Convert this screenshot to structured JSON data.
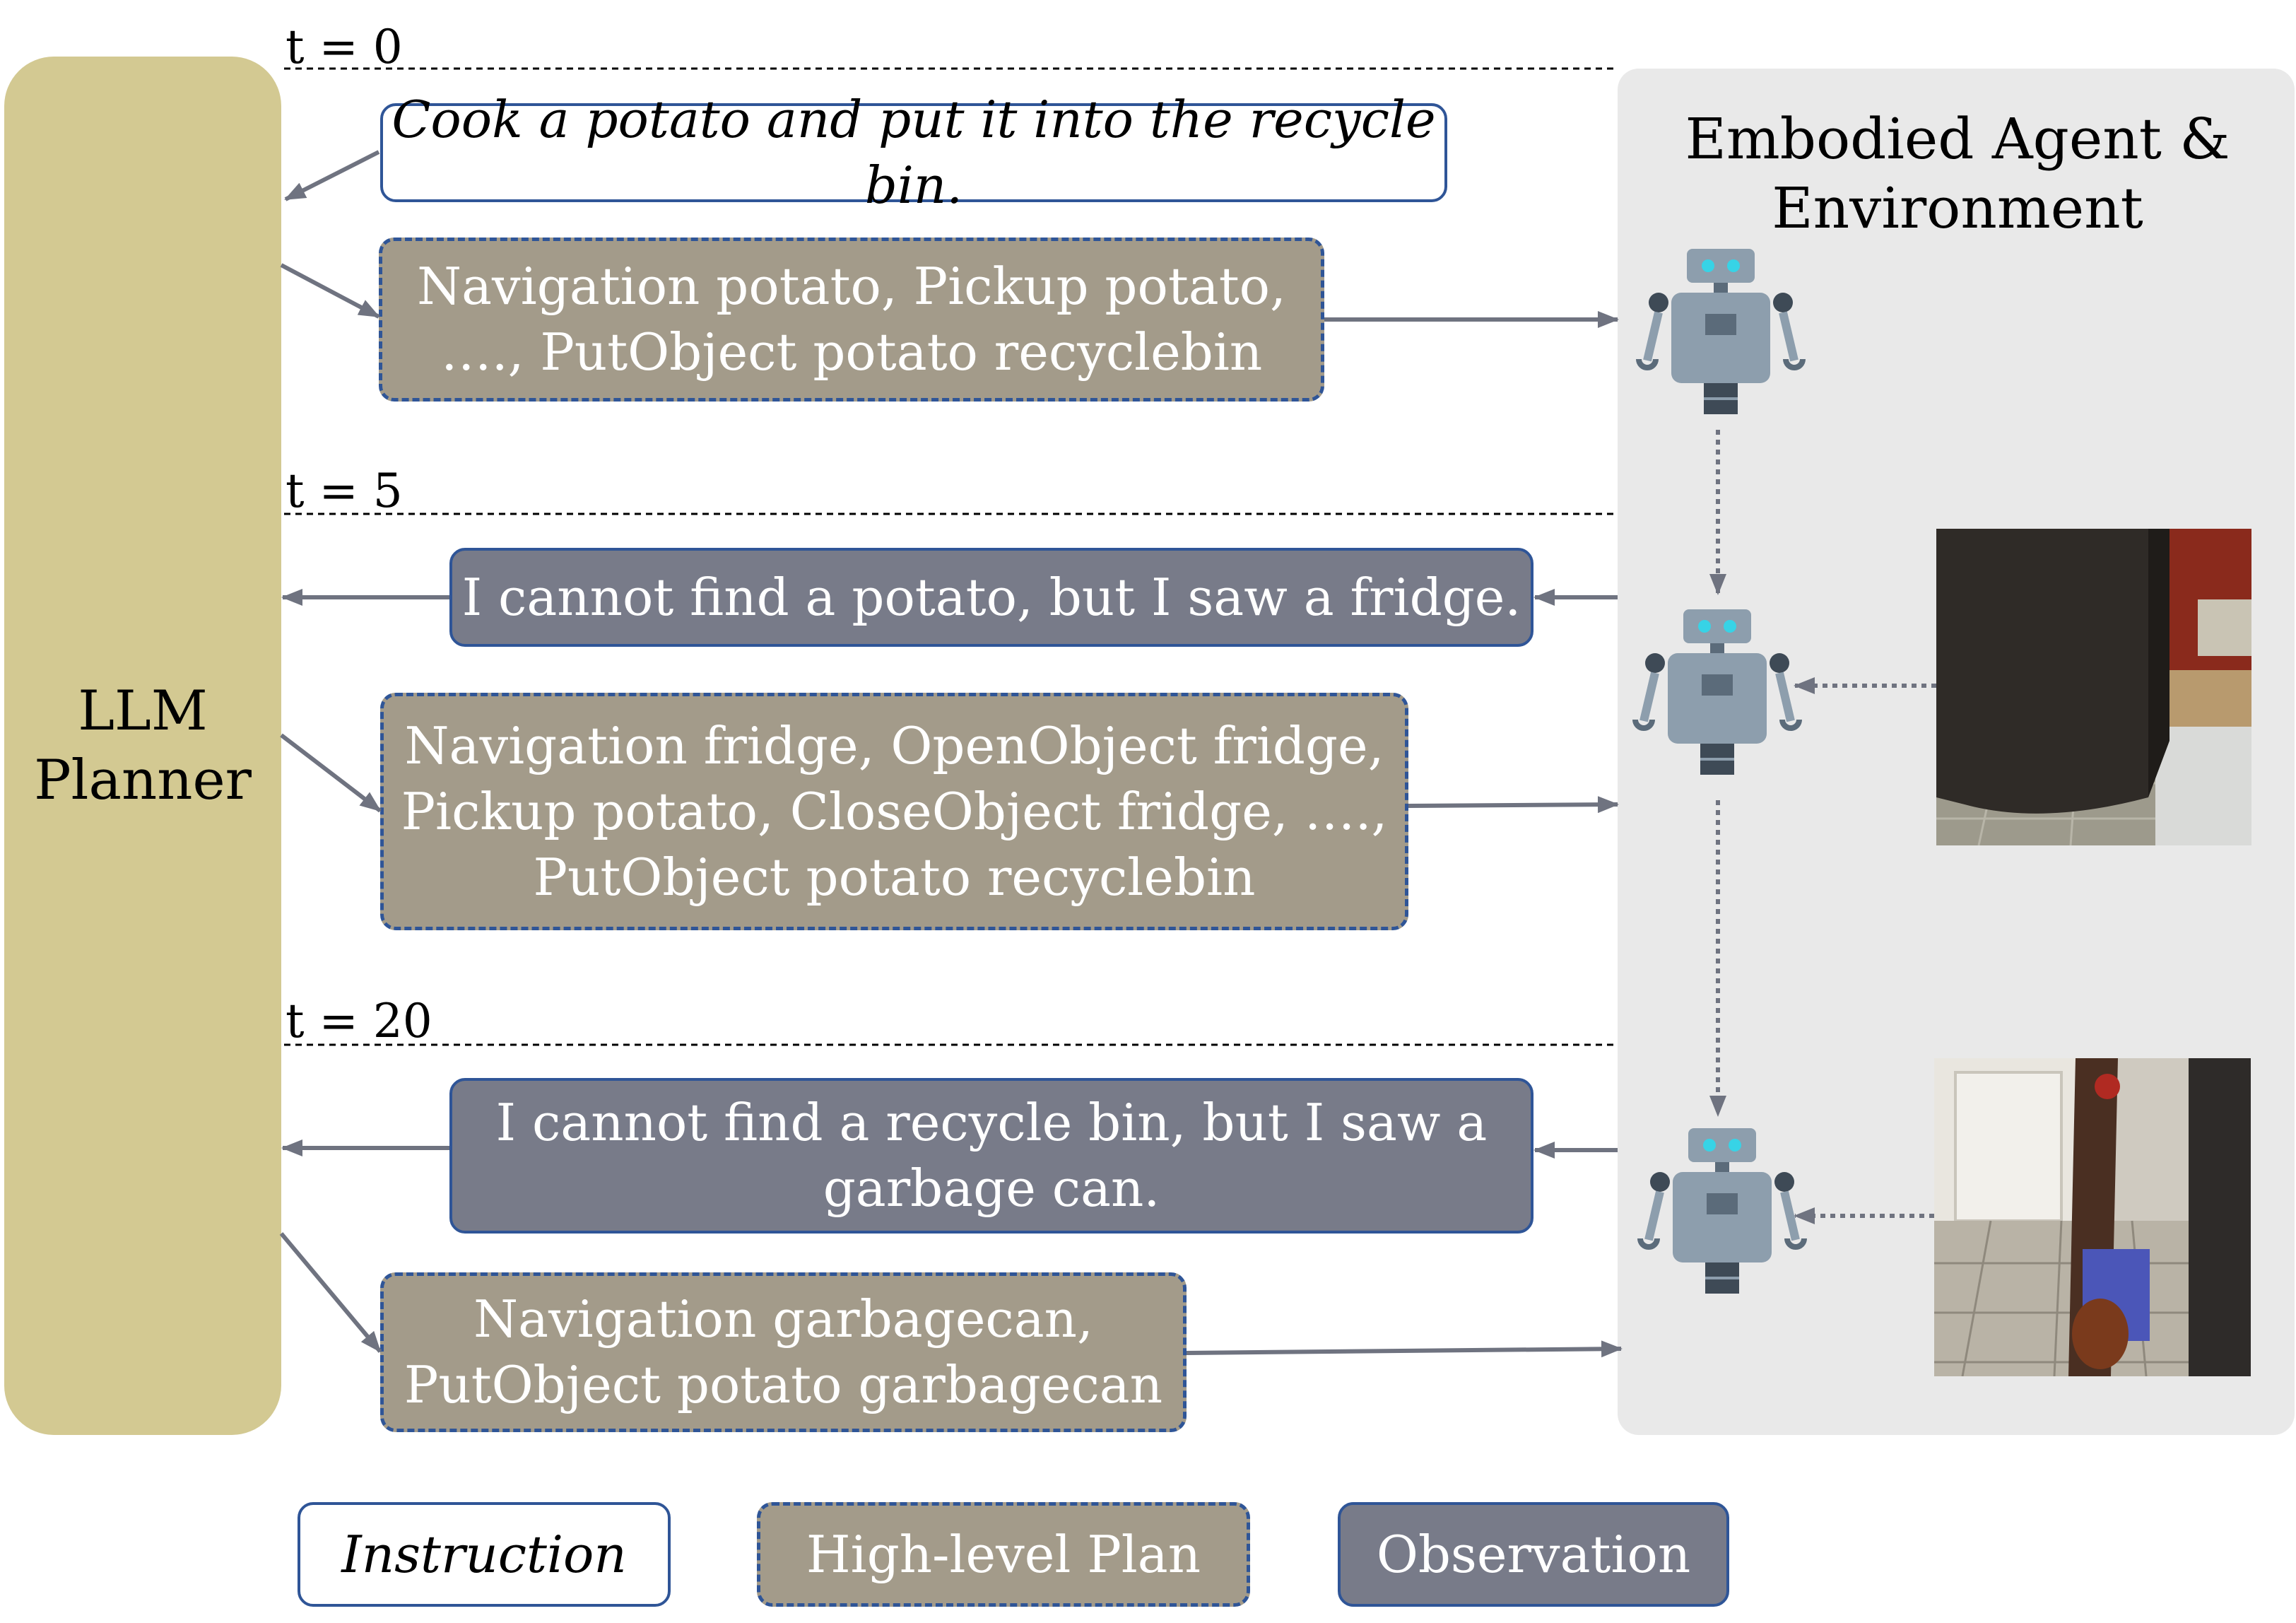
{
  "planner": {
    "label": "LLM\nPlanner"
  },
  "environment": {
    "title": "Embodied Agent &\nEnvironment"
  },
  "timesteps": [
    "t = 0",
    "t = 5",
    "t = 20"
  ],
  "messages": {
    "instruction": "Cook a potato and put it into the recycle bin.",
    "plan_t0": "Navigation potato, Pickup potato,\n…., PutObject potato recyclebin",
    "obs_t5": "I cannot find a potato, but I saw a fridge.",
    "plan_t5": "Navigation fridge, OpenObject fridge,\nPickup potato, CloseObject fridge, ….,\nPutObject potato recyclebin",
    "obs_t20": "I cannot find a recycle bin, but I saw a\ngarbage can.",
    "plan_t20": "Navigation garbagecan,\nPutObject potato garbagecan"
  },
  "legend": {
    "instruction": "Instruction",
    "plan": "High-level Plan",
    "observation": "Observation"
  },
  "colors": {
    "planner": "#d3c992",
    "plan_box": "#a39b8a",
    "observation_box": "#787b89",
    "border_blue": "#2f5597",
    "arrow_gray": "#6f7380",
    "environment_bg": "#e9e9e9",
    "robot_body": "#8d9ead",
    "robot_dark": "#3e4a56",
    "robot_eye": "#37d3e6"
  }
}
